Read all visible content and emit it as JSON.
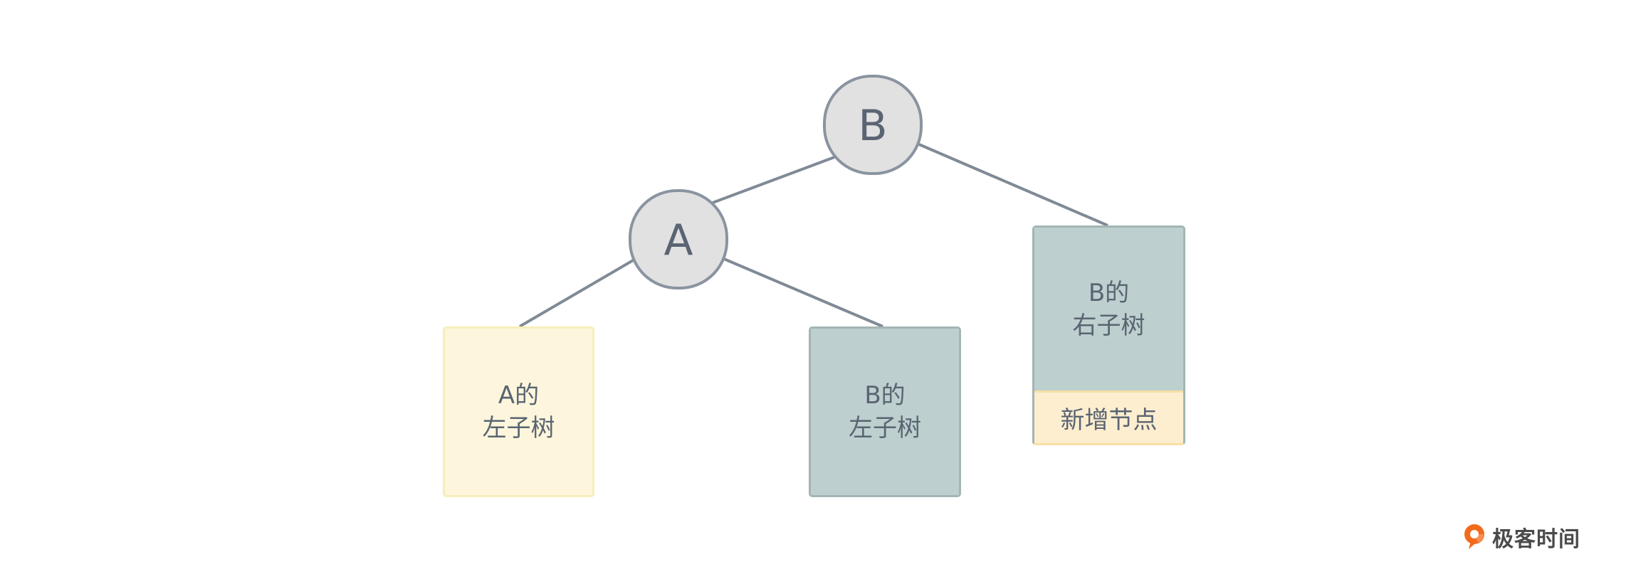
{
  "nodes": {
    "root": "B",
    "left": "A"
  },
  "boxes": {
    "a_left_subtree": "A的\n左子树",
    "b_left_subtree": "B的\n左子树",
    "b_right_subtree": "B的\n右子树",
    "new_node": "新增节点"
  },
  "logo": {
    "text": "极客时间"
  },
  "colors": {
    "node_fill": "#e1e1e1",
    "node_stroke": "#8a94a0",
    "edge": "#808a96",
    "text": "#5a6472",
    "yellow_fill": "#fdf6dc",
    "teal_fill": "#bdcfce",
    "new_node_fill": "#fdeed0",
    "logo_orange": "#f26b1d"
  }
}
